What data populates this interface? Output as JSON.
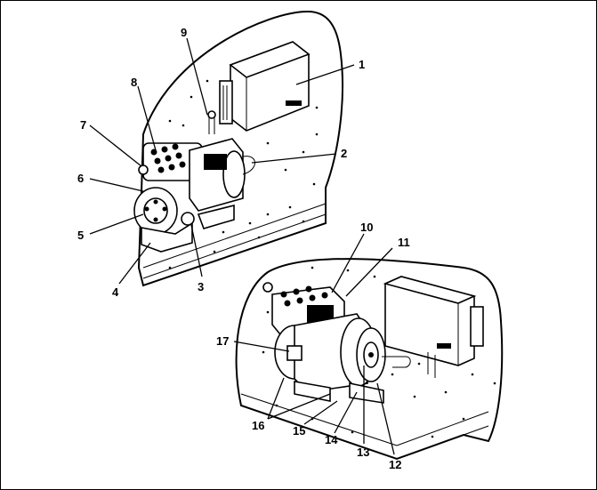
{
  "figure": {
    "callouts": [
      "1",
      "2",
      "3",
      "4",
      "5",
      "6",
      "7",
      "8",
      "9",
      "10",
      "11",
      "12",
      "13",
      "14",
      "15",
      "16",
      "17"
    ]
  }
}
